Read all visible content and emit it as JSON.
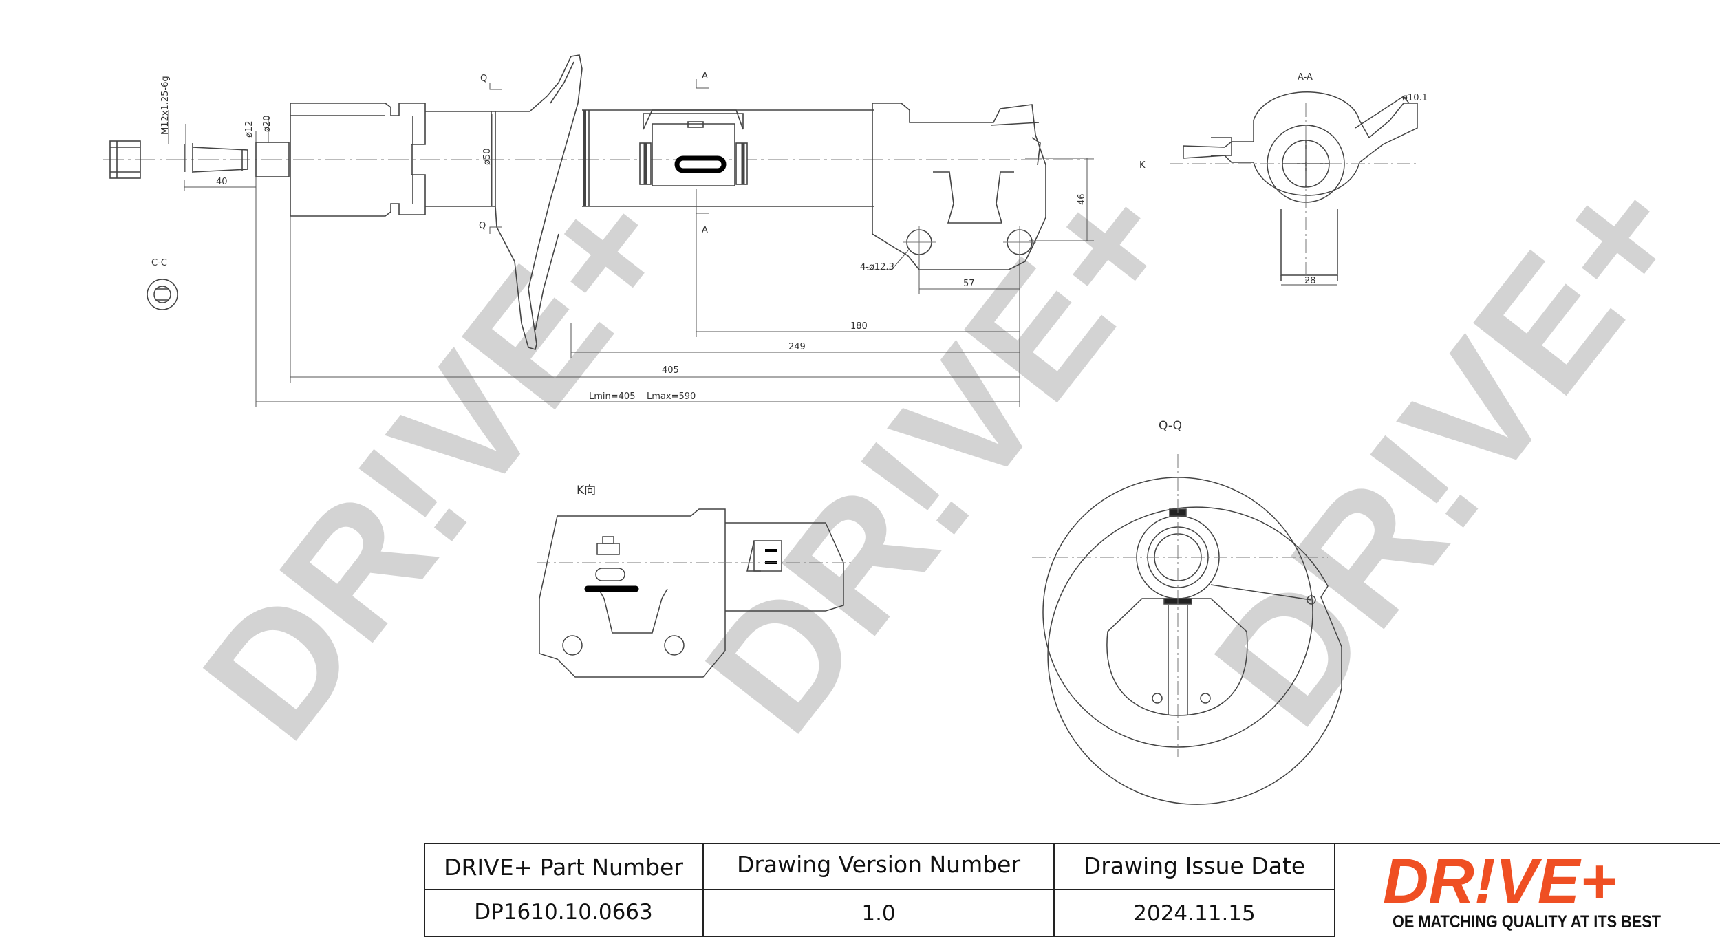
{
  "watermark": {
    "text": "DR!VE+"
  },
  "labels": {
    "section_aa": "A-A",
    "section_qq": "Q-Q",
    "section_cc": "C-C",
    "view_k": "K向",
    "cut_q": "Q",
    "cut_a": "A",
    "arrow_k": "K",
    "thread": "M12x1.25-6g",
    "d12": "ø12",
    "d20": "ø20",
    "d50": "ø50",
    "d40": "40",
    "holes": "4-ø12.3",
    "hole_d": "ø10.1",
    "dim_46": "46",
    "dim_57": "57",
    "dim_180": "180",
    "dim_249": "249",
    "dim_405": "405",
    "dim_28": "28",
    "lmin": "Lmin=405",
    "lmax": "Lmax=590"
  },
  "title_block": {
    "part_number_header": "DRIVE+ Part Number",
    "version_header": "Drawing Version Number",
    "date_header": "Drawing Issue Date",
    "part_number": "DP1610.10.0663",
    "version": "1.0",
    "issue_date": "2024.11.15"
  },
  "logo": {
    "brand": "DR!VE+",
    "tagline": "OE MATCHING QUALITY AT ITS BEST",
    "color": "#ef4f23"
  }
}
